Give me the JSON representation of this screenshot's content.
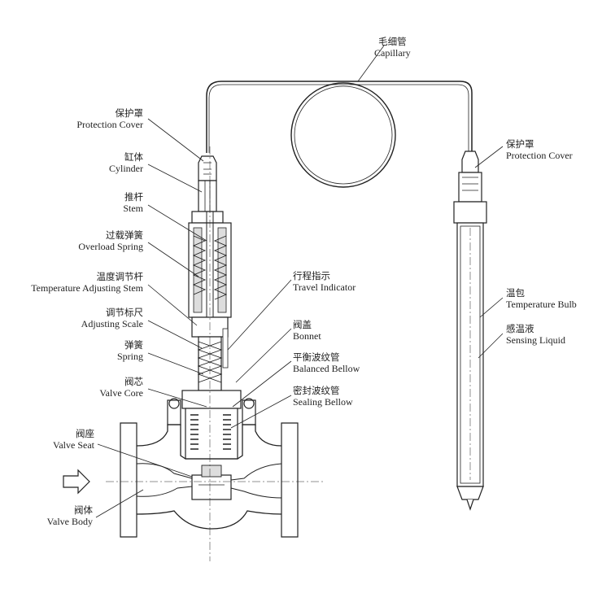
{
  "labels": {
    "capillary": {
      "cn": "毛细管",
      "en": "Capillary"
    },
    "protection_cover_left": {
      "cn": "保护罩",
      "en": "Protection Cover"
    },
    "cylinder": {
      "cn": "缸体",
      "en": "Cylinder"
    },
    "stem": {
      "cn": "推杆",
      "en": "Stem"
    },
    "overload_spring": {
      "cn": "过载弹簧",
      "en": "Overload Spring"
    },
    "temperature_adjusting_stem": {
      "cn": "温度调节杆",
      "en": "Temperature Adjusting Stem"
    },
    "adjusting_scale": {
      "cn": "调节标尺",
      "en": "Adjusting Scale"
    },
    "spring": {
      "cn": "弹簧",
      "en": "Spring"
    },
    "valve_core": {
      "cn": "阀芯",
      "en": "Valve Core"
    },
    "valve_seat": {
      "cn": "阀座",
      "en": "Valve Seat"
    },
    "valve_body": {
      "cn": "阀体",
      "en": "Valve Body"
    },
    "travel_indicator": {
      "cn": "行程指示",
      "en": "Travel Indicator"
    },
    "bonnet": {
      "cn": "阀盖",
      "en": "Bonnet"
    },
    "balanced_bellow": {
      "cn": "平衡波纹管",
      "en": "Balanced Bellow"
    },
    "sealing_bellow": {
      "cn": "密封波纹管",
      "en": "Sealing Bellow"
    },
    "protection_cover_right": {
      "cn": "保护罩",
      "en": "Protection Cover"
    },
    "temperature_bulb": {
      "cn": "温包",
      "en": "Temperature Bulb"
    },
    "sensing_liquid": {
      "cn": "感温液",
      "en": "Sensing Liquid"
    }
  }
}
